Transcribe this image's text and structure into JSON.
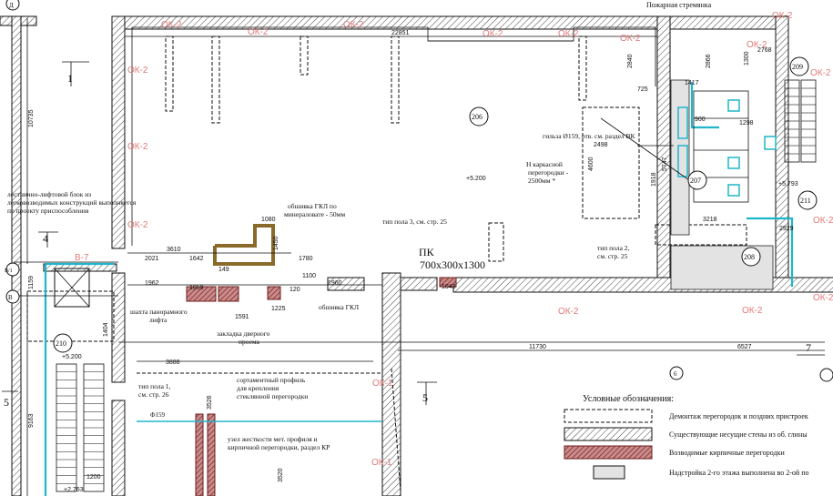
{
  "title": {
    "pk": "ПК",
    "pk_size": "700x300x1300",
    "fire_ladder": "Пожарная стремянка"
  },
  "rooms": [
    "206",
    "207",
    "208",
    "209",
    "210",
    "211"
  ],
  "axes": {
    "top_left": "1",
    "left_4": "4",
    "left_5": "5",
    "right_7": "7",
    "grid_6": "6",
    "grid_6b": "6",
    "row_B": "В",
    "row_V1": "В/1",
    "row_D": "Д",
    "row_5a": "5"
  },
  "marks": {
    "ok2": "ОК-2",
    "ok1": "ОК-1",
    "v7": "В-7"
  },
  "elevations": {
    "e5200_a": "+5.200",
    "e5200_b": "+5.200",
    "e5793": "+5.793",
    "e2763": "+2.763"
  },
  "dimensions": {
    "d22851": "22851",
    "d10735": "10735",
    "d2840": "2840",
    "d2768": "2768",
    "d1417": "1417",
    "d1300": "1300",
    "d2866": "2866",
    "d900": "900",
    "d1298": "1298",
    "d2498": "2498",
    "d4600": "4600",
    "d1918": "1918",
    "d5747": "5747",
    "d3218": "3218",
    "d2929": "2929",
    "d3610": "3610",
    "d2021": "2021",
    "d1642": "1642",
    "d149": "149",
    "d1780": "1780",
    "d1100": "1100",
    "d1962": "1962",
    "d1659": "1659",
    "d1225": "1225",
    "d120": "120",
    "d1591": "1591",
    "d1043": "1043",
    "d1960": "1960",
    "d1080": "1080",
    "d1450": "1450",
    "d1159": "1159",
    "d3888": "3888",
    "d11730": "11730",
    "d6527": "6527",
    "d9163": "9163",
    "d1200": "1200",
    "d3526": "3526",
    "d3520": "3520",
    "d1404": "1404",
    "d725": "725"
  },
  "notes": {
    "stair_block": "лестнично-лифтовой блок из легковозводимых конструкций выполняется по проекту приспособления",
    "gkl_cladding": "обшивка ГКЛ по минераловате - 50мм",
    "floor_type3": "тип пола 3, см. стр. 25",
    "sleeve": "гильза Ø159, отв. см. раздел ВК",
    "frame_partition": "Н каркасной перегородки - 2500мм *",
    "floor_type2": "тип пола 2, см. стр. 25",
    "gkl_cladding_short": "обшивка ГКЛ",
    "lift_shaft": "шахта панорамного лифта",
    "door_opening": "закладка дверного проема",
    "floor_type1": "тип пола 1, см. стр. 26",
    "profile": "сортаментный профиль для крепления стеклянной перегородки",
    "stiffness_node": "узел жесткости мет. профиля и кирпичной перегородки, раздел КР",
    "pipe": "Ф159"
  },
  "legend": {
    "heading": "Условные обозначения:",
    "items": [
      {
        "label": "Демонтаж перегородок и поздних пристроек",
        "style": "dashed"
      },
      {
        "label": "Существующие несущие стены из об. глины",
        "style": "hatch"
      },
      {
        "label": "Возводимые кирпичные перегородки",
        "style": "brick"
      },
      {
        "label": "Надстройка 2-го этажа выполнена во 2-ой по",
        "style": "grey"
      }
    ]
  },
  "colors": {
    "ink": "#111111",
    "ok_red": "#e07a7a",
    "brick": "#a44a4a",
    "cyan": "#1fb6c9",
    "addon": "#e3e3e3"
  }
}
